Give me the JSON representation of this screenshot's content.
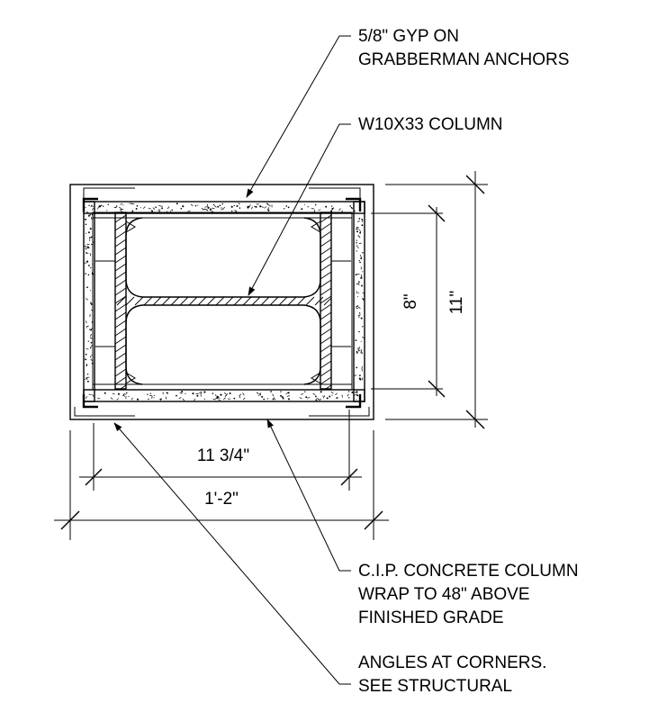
{
  "notes": {
    "gyp_line1": "5/8\" GYP ON",
    "gyp_line2": "GRABBERMAN ANCHORS",
    "column": "W10X33 COLUMN",
    "cip_line1": "C.I.P. CONCRETE COLUMN",
    "cip_line2": "WRAP TO 48\" ABOVE",
    "cip_line3": "FINISHED GRADE",
    "angles_line1": "ANGLES AT CORNERS.",
    "angles_line2": "SEE STRUCTURAL"
  },
  "dimensions": {
    "inner_height": "8\"",
    "outer_height": "11\"",
    "inner_width": "11 3/4\"",
    "outer_width": "1'-2\""
  }
}
